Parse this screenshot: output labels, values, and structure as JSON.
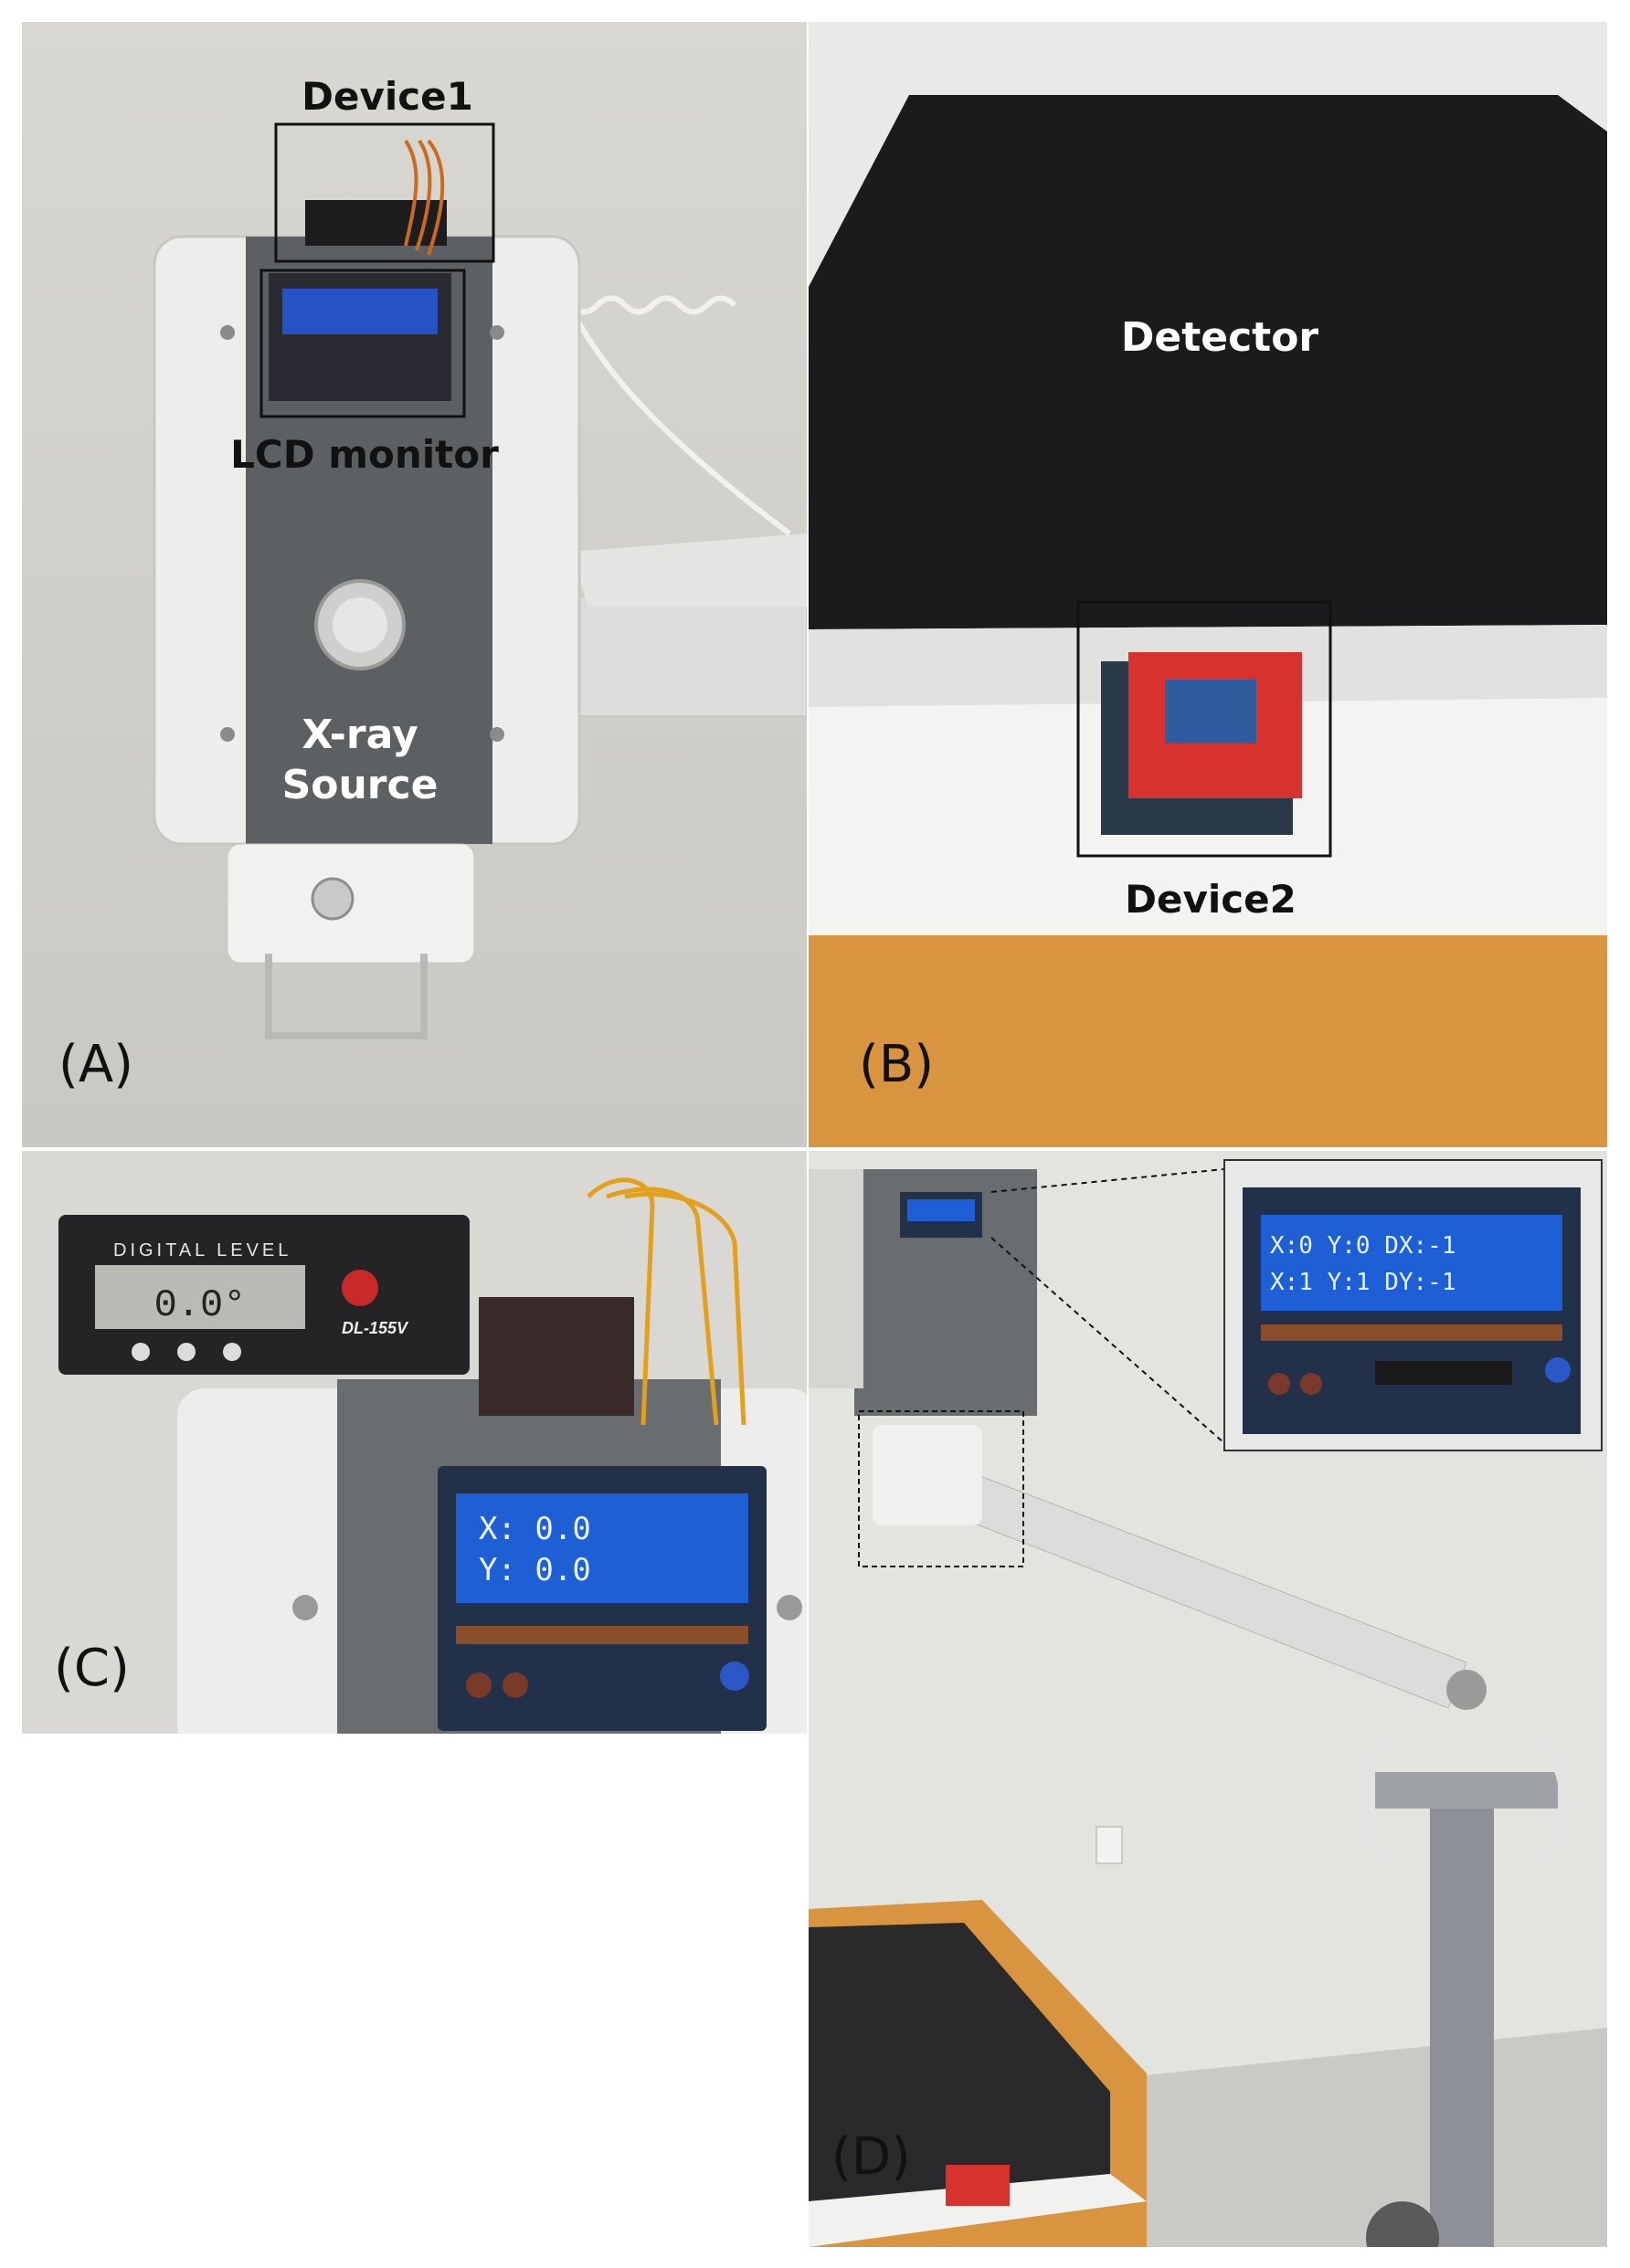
{
  "panels": {
    "a": {
      "letter": "(A)",
      "device_label": "Device1",
      "lcd_label": "LCD monitor",
      "source_label_1": "X-ray",
      "source_label_2": "Source"
    },
    "b": {
      "letter": "(B)",
      "detector_label": "Detector",
      "device_label": "Device2"
    },
    "c": {
      "letter": "(C)",
      "level_brand": "DIGITAL LEVEL",
      "level_model": "DL-155V",
      "level_reading": "0.0°",
      "lcd_line1": "X: 0.0",
      "lcd_line2": "Y: 0.0"
    },
    "d": {
      "letter": "(D)",
      "inset_line1": "X:0  Y:0  DX:-1",
      "inset_line2": "X:1  Y:1  DY:-1"
    }
  },
  "colors": {
    "lcd_blue": "#1f5fd6",
    "detector_black": "#1b1b1d",
    "pcb_red": "#d8322f",
    "gray_band": "#5d6063"
  }
}
